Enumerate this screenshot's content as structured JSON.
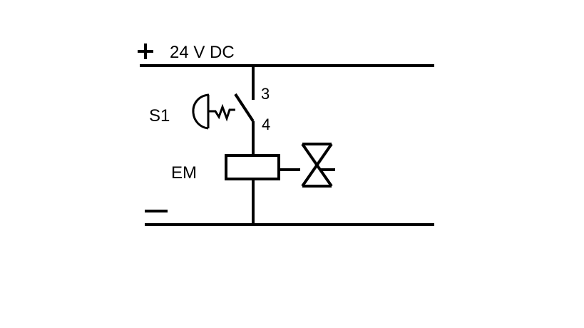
{
  "supply": {
    "label": "24 V DC"
  },
  "switch": {
    "name": "S1",
    "terminal_top": "3",
    "terminal_bottom": "4"
  },
  "coil": {
    "name": "EM"
  },
  "colors": {
    "ink": "#000000",
    "background": "#ffffff"
  }
}
